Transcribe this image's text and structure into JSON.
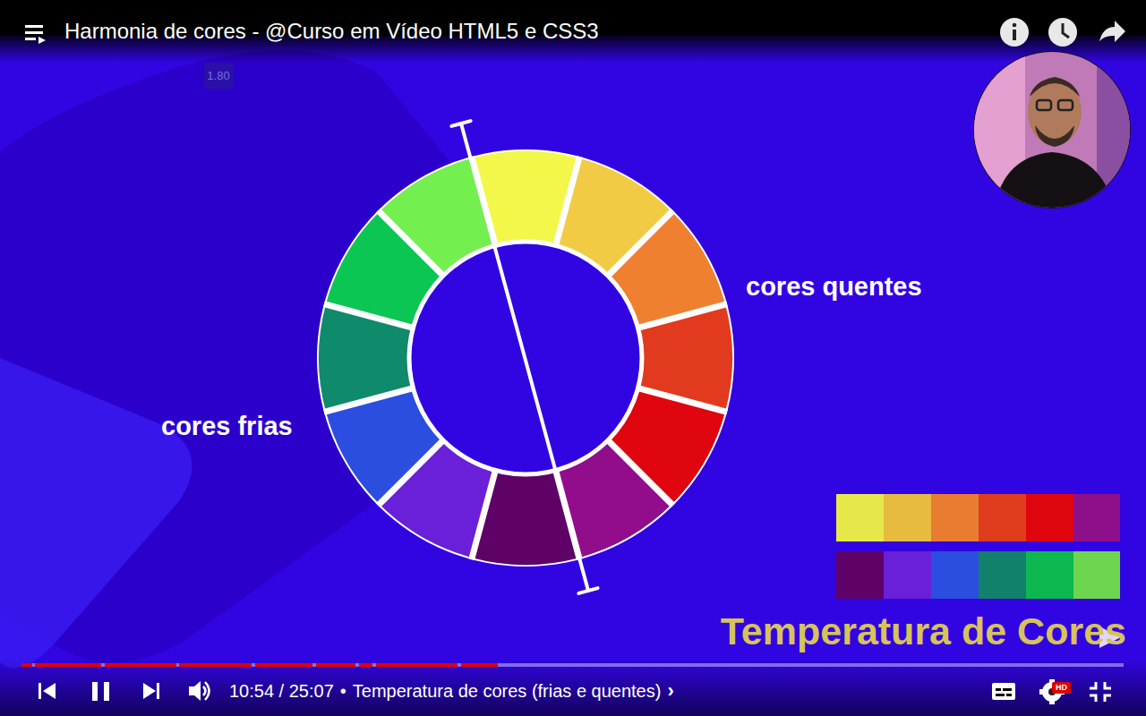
{
  "diagram": {
    "title": "Harmonia de cores - @Curso em Vídeo HTML5 e CSS3",
    "labels": [
      "1.80",
      "cores quentes",
      "cores frias",
      "Temperatura de Cores",
      "10:54 / 25:07",
      "•",
      "Temperatura de cores (frias e quentes)",
      "›",
      "HD"
    ]
  }
}
